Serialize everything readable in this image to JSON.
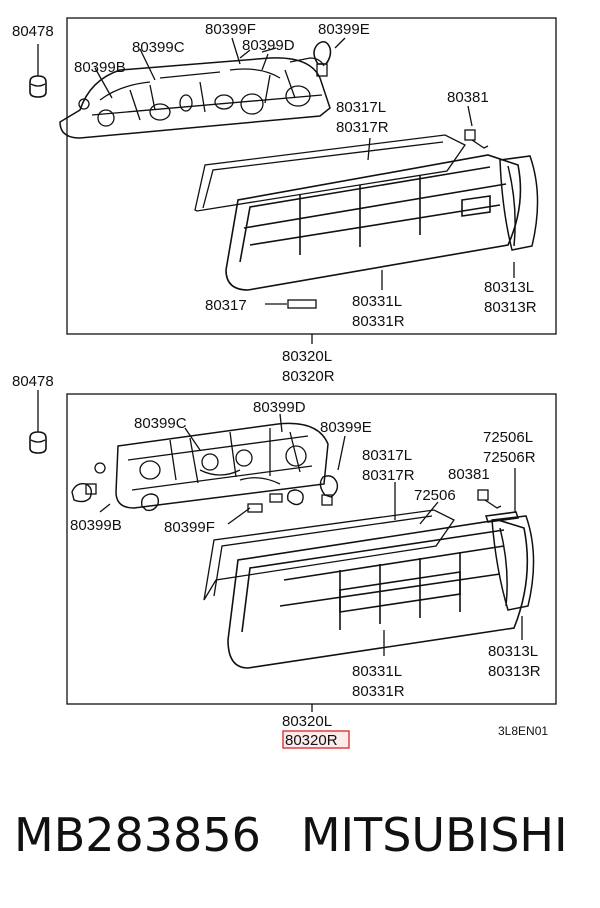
{
  "top_panel": {
    "labels": {
      "p80478": "80478",
      "p80399B": "80399B",
      "p80399C": "80399C",
      "p80399F": "80399F",
      "p80399D": "80399D",
      "p80399E": "80399E",
      "p80317L": "80317L",
      "p80317R": "80317R",
      "p80381": "80381",
      "p80313L": "80313L",
      "p80313R": "80313R",
      "p80317": "80317",
      "p80331L": "80331L",
      "p80331R": "80331R",
      "p80320L": "80320L",
      "p80320R": "80320R"
    }
  },
  "bottom_panel": {
    "labels": {
      "p80478": "80478",
      "p80399C": "80399C",
      "p80399D": "80399D",
      "p80399E": "80399E",
      "p80317L": "80317L",
      "p80317R": "80317R",
      "p72506L": "72506L",
      "p72506R": "72506R",
      "p80381": "80381",
      "p72506": "72506",
      "p80399B": "80399B",
      "p80399F": "80399F",
      "p80313L": "80313L",
      "p80313R": "80313R",
      "p80331L": "80331L",
      "p80331R": "80331R",
      "p80320L": "80320L",
      "p80320R": "80320R",
      "code": "3L8EN01"
    },
    "highlight_color": "#e03030"
  },
  "footer": {
    "part_number": "MB283856",
    "brand": "MITSUBISHI"
  }
}
